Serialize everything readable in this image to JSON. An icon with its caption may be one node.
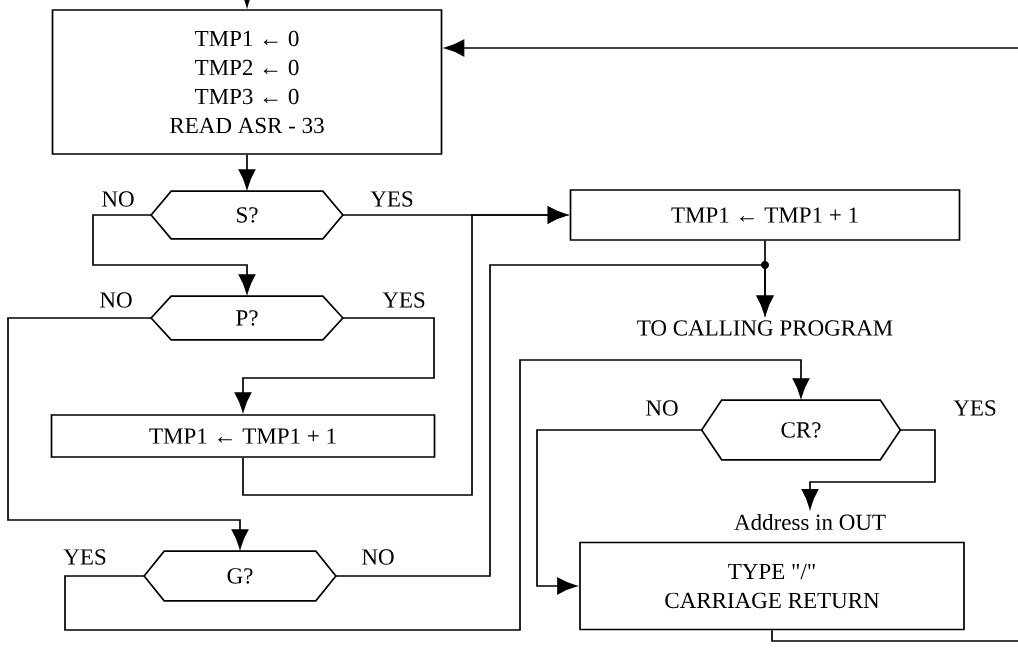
{
  "diagram": {
    "nodes": [
      {
        "text": [
          "TMP1 ← 0",
          "TMP2 ← 0",
          "TMP3 ← 0",
          "READ ASR - 33"
        ]
      },
      {
        "text": [
          "S?"
        ]
      },
      {
        "text": [
          "P?"
        ]
      },
      {
        "text": [
          "TMP1 ← TMP1 + 1"
        ]
      },
      {
        "text": [
          "G?"
        ]
      },
      {
        "text": [
          "TMP1 ← TMP1 + 1"
        ]
      },
      {
        "text": [
          "TO CALLING PROGRAM"
        ]
      },
      {
        "text": [
          "CR?"
        ]
      },
      {
        "text": [
          "TYPE \"/\"",
          "CARRIAGE RETURN"
        ],
        "beside": [
          "Address in OUT"
        ]
      }
    ],
    "edges": [
      {
        "from": null,
        "to": 0,
        "arrow": "to"
      },
      {
        "from": 0,
        "to": 1,
        "arrow": "to"
      },
      {
        "from": 1,
        "to": 2,
        "arrow": "to",
        "label": "NO"
      },
      {
        "from": 1,
        "to": 5,
        "arrow": "to",
        "label": "YES"
      },
      {
        "from": 2,
        "to": 4,
        "arrow": "to",
        "label": "NO"
      },
      {
        "from": 2,
        "to": 3,
        "arrow": "to",
        "label": "YES"
      },
      {
        "from": 3,
        "to": 5,
        "arrow": "to"
      },
      {
        "from": 4,
        "to": 6,
        "arrow": "to",
        "label": "NO"
      },
      {
        "from": 4,
        "to": 7,
        "arrow": "to",
        "label": "YES"
      },
      {
        "from": 5,
        "to": 6,
        "arrow": "to"
      },
      {
        "from": 7,
        "to": 8,
        "arrow": "to",
        "label": "NO"
      },
      {
        "from": 7,
        "to": 8,
        "arrow": "to",
        "label": "YES"
      },
      {
        "from": 8,
        "to": null,
        "arrow": "none"
      },
      {
        "from": null,
        "to": 0,
        "arrow": "to"
      }
    ]
  }
}
